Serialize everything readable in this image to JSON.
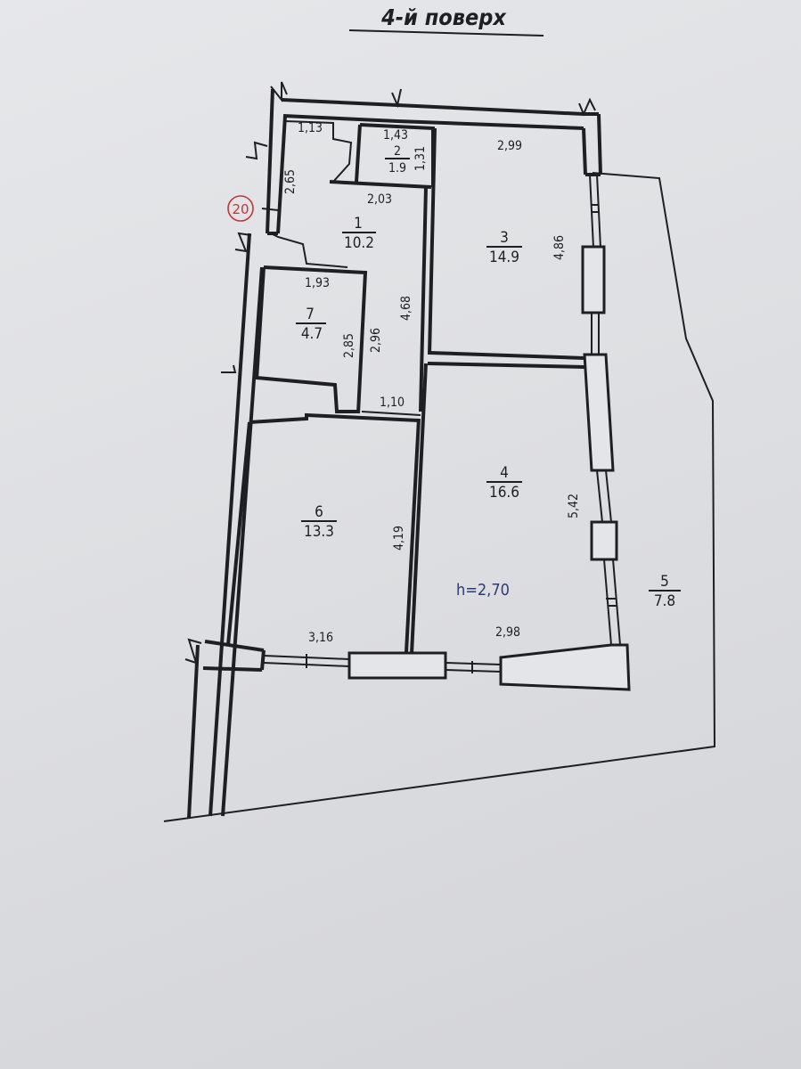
{
  "title": "4-й поверх",
  "ceiling_height": "h=2,70",
  "marker_label": "20",
  "rooms": {
    "r1": {
      "number": "1",
      "area": "10.2"
    },
    "r2": {
      "number": "2",
      "area": "1.9"
    },
    "r3": {
      "number": "3",
      "area": "14.9"
    },
    "r4": {
      "number": "4",
      "area": "16.6"
    },
    "r5": {
      "number": "5",
      "area": "7.8"
    },
    "r6": {
      "number": "6",
      "area": "13.3"
    },
    "r7": {
      "number": "7",
      "area": "4.7"
    }
  },
  "dimensions": {
    "d113": "1,13",
    "d143": "1,43",
    "d131": "1,31",
    "d299": "2,99",
    "d265": "2,65",
    "d203": "2,03",
    "d486": "4,86",
    "d193": "1,93",
    "d285": "2,85",
    "d296": "2,96",
    "d468": "4,68",
    "d110": "1,10",
    "d419": "4,19",
    "d542": "5,42",
    "d316": "3,16",
    "d298": "2,98"
  },
  "colors": {
    "ink": "#1e1f22",
    "marker": "#c23535",
    "note": "#2c3a78",
    "paper": "#e2e3e6"
  }
}
